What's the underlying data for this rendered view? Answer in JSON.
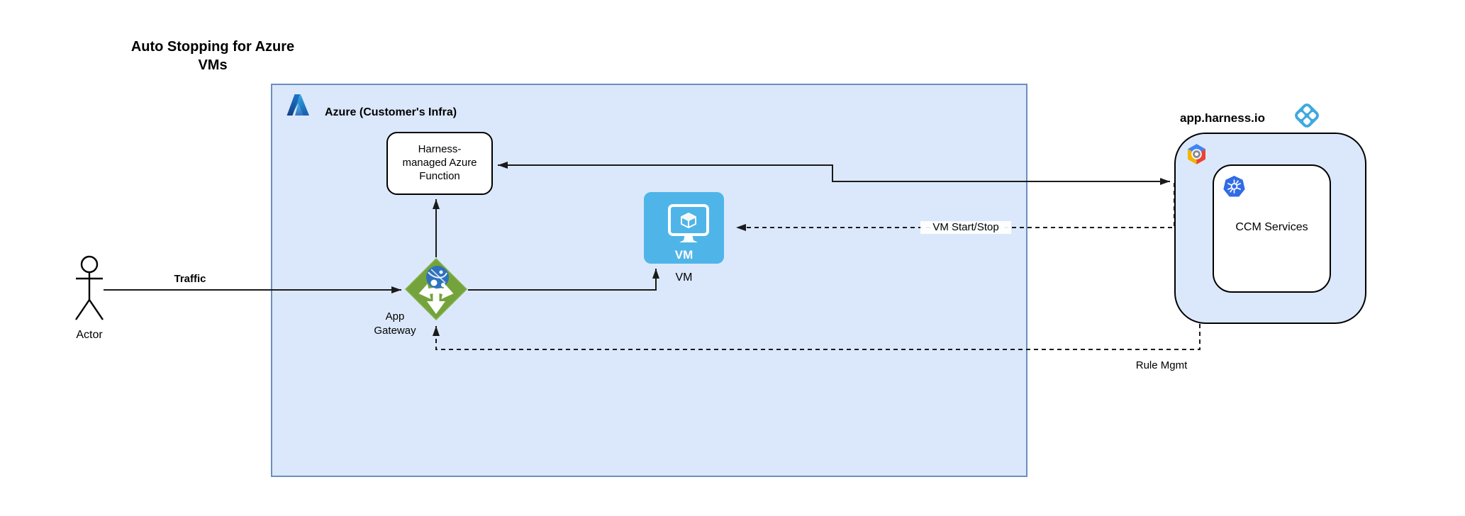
{
  "title": "Auto Stopping for Azure VMs",
  "colors": {
    "group_fill": "#dbe8fb",
    "group_border": "#6c8ebf",
    "vm_blue": "#4fb5e8",
    "gateway_green": "#74a33c",
    "harness_blue": "#3fa9e0",
    "kubernetes_blue": "#326ce5",
    "edge": "#1a1a1a"
  },
  "azure_group": {
    "label": "Azure (Customer's Infra)",
    "icon": "azure-logo"
  },
  "harness_group": {
    "label": "app.harness.io",
    "icon": "harness-logo",
    "corner_icon": "gcp-logo"
  },
  "nodes": {
    "actor": {
      "label": "Actor"
    },
    "function": {
      "label": "Harness-managed Azure Function"
    },
    "gateway": {
      "label": "App Gateway",
      "icon": "app-gateway-icon"
    },
    "vm": {
      "label": "VM",
      "icon_label": "VM",
      "icon": "vm-icon"
    },
    "ccm": {
      "label": "CCM Services",
      "icon": "kubernetes-icon"
    }
  },
  "edges": {
    "traffic": {
      "label": "Traffic",
      "style": "solid",
      "from": "actor",
      "to": "gateway"
    },
    "gateway_to_function": {
      "style": "solid",
      "from": "gateway",
      "to": "function"
    },
    "gateway_to_vm": {
      "style": "solid",
      "from": "gateway",
      "to": "vm"
    },
    "function_harness": {
      "style": "solid",
      "bidirectional": true,
      "from": "function",
      "to": "harness_group"
    },
    "vm_start_stop": {
      "label": "VM Start/Stop",
      "style": "dashed",
      "from": "harness_group",
      "to": "vm"
    },
    "rule_mgmt": {
      "label": "Rule Mgmt",
      "style": "dashed",
      "from": "harness_group",
      "to": "gateway"
    }
  }
}
